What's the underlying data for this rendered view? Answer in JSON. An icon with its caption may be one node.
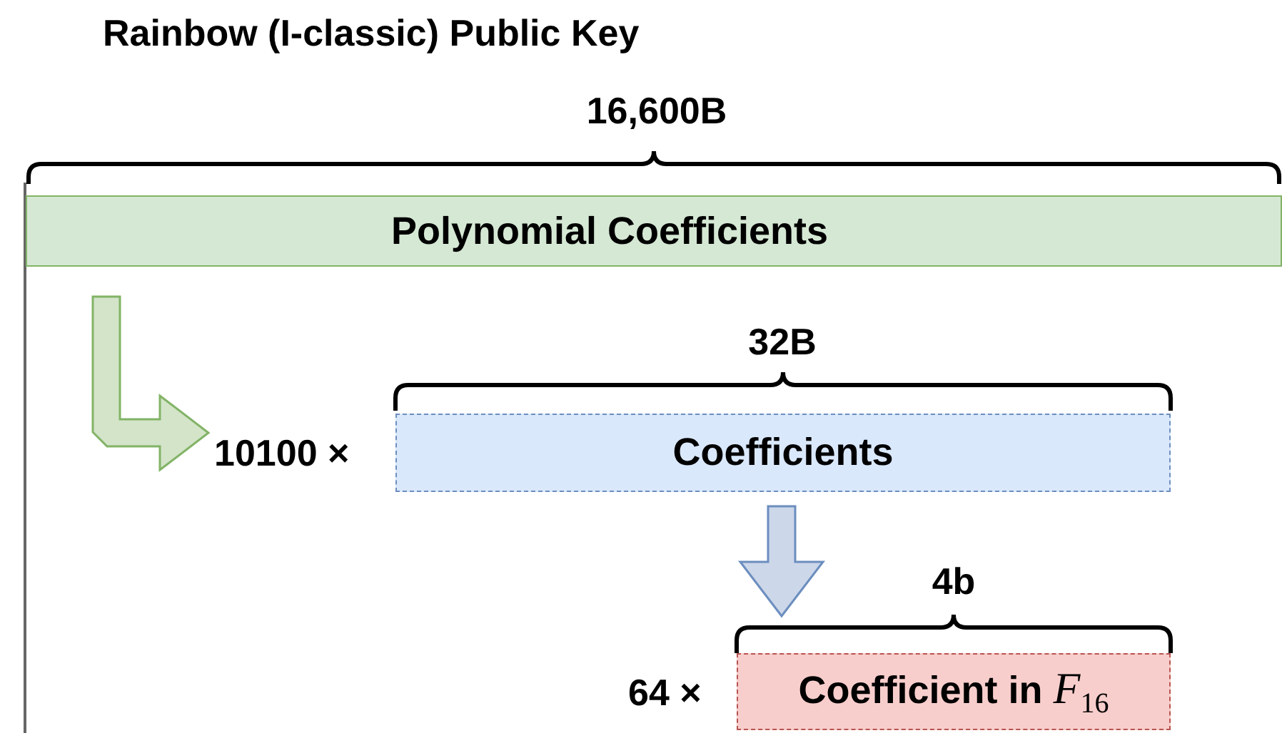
{
  "diagram": {
    "title": "Rainbow (I-classic) Public Key",
    "nodes": [
      {
        "text": [
          "Polynomial Coefficients"
        ]
      },
      {
        "text": [
          "Coefficients"
        ],
        "beside": [
          "10100 ×"
        ]
      },
      {
        "text": [
          "Coefficient in *F*$_{16}$"
        ],
        "beside": [
          "64 ×"
        ]
      }
    ],
    "edges": [
      {
        "from": 0,
        "to": 1,
        "arrow": "to",
        "style": "thick",
        "color": "#82b366"
      },
      {
        "from": 1,
        "to": 2,
        "arrow": "to",
        "style": "thick",
        "color": "#6c8ebf"
      }
    ],
    "labels": [
      "16,600B",
      "32B",
      "4b"
    ]
  }
}
